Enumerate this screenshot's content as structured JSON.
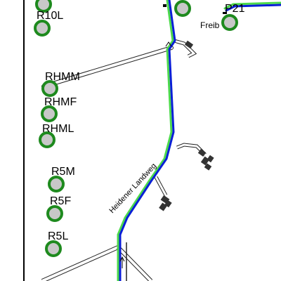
{
  "map": {
    "stops": [
      {
        "name": "R10L",
        "label": "R10L"
      },
      {
        "name": "RHMM",
        "label": "RHMM"
      },
      {
        "name": "RHMF",
        "label": "RHMF"
      },
      {
        "name": "RHML",
        "label": "RHML"
      },
      {
        "name": "R5M",
        "label": "R5M"
      },
      {
        "name": "R5F",
        "label": "R5F"
      },
      {
        "name": "R5L",
        "label": "R5L"
      },
      {
        "name": "P21",
        "label": "P21"
      }
    ],
    "place_label": "Freib",
    "road_label": "Heidener Landweg",
    "colors": {
      "route_blue": "#0a1fd6",
      "route_green": "#4cd94c",
      "stop_ring": "#1e8a1e",
      "stop_fill": "#c8c8c8",
      "road_stroke": "#222222",
      "building": "#333333"
    }
  }
}
